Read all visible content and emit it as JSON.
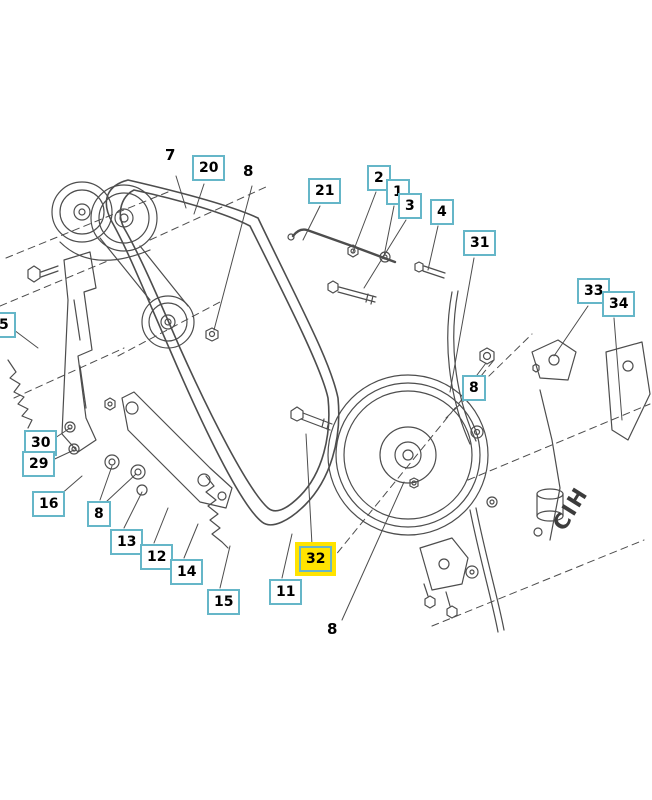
{
  "figure": {
    "type": "exploded-parts-diagram",
    "description": "Belt drive / pulley assembly exploded parts diagram with numbered callouts",
    "selected_part": "32",
    "watermark": "CIH",
    "callout_border_color": "#65b6c8",
    "highlight_color": "#ffe300",
    "line_color": "#4d4d4d"
  },
  "labels": [
    {
      "text": "7",
      "kind": "plain"
    },
    {
      "text": "20",
      "kind": "boxed"
    },
    {
      "text": "8",
      "kind": "plain"
    },
    {
      "text": "21",
      "kind": "boxed"
    },
    {
      "text": "2",
      "kind": "boxed"
    },
    {
      "text": "1",
      "kind": "boxed"
    },
    {
      "text": "3",
      "kind": "boxed"
    },
    {
      "text": "4",
      "kind": "boxed"
    },
    {
      "text": "31",
      "kind": "boxed"
    },
    {
      "text": "33",
      "kind": "boxed"
    },
    {
      "text": "34",
      "kind": "boxed"
    },
    {
      "text": "8",
      "kind": "boxed"
    },
    {
      "text": "5",
      "kind": "boxed"
    },
    {
      "text": "30",
      "kind": "boxed"
    },
    {
      "text": "29",
      "kind": "boxed"
    },
    {
      "text": "16",
      "kind": "boxed"
    },
    {
      "text": "8",
      "kind": "boxed"
    },
    {
      "text": "13",
      "kind": "boxed"
    },
    {
      "text": "12",
      "kind": "boxed"
    },
    {
      "text": "14",
      "kind": "boxed"
    },
    {
      "text": "15",
      "kind": "boxed"
    },
    {
      "text": "11",
      "kind": "boxed"
    },
    {
      "text": "32",
      "kind": "highlight",
      "highlighted": true
    },
    {
      "text": "8",
      "kind": "plain"
    }
  ]
}
